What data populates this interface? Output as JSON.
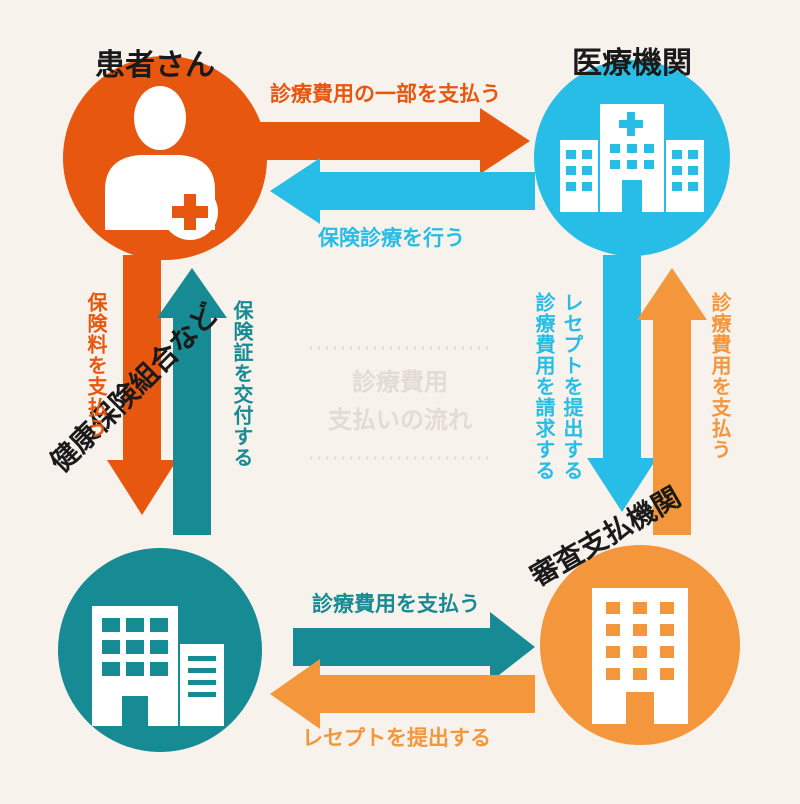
{
  "nodes": {
    "patient": {
      "label": "患者さん",
      "color": "#e8570f"
    },
    "medical": {
      "label": "医療機関",
      "color": "#27bde6"
    },
    "insurer": {
      "label": "健康保険組合など",
      "color": "#168b93"
    },
    "review": {
      "label": "審査支払機関",
      "color": "#f4963c"
    }
  },
  "arrows": {
    "patient_to_medical": "診療費用の一部を支払う",
    "medical_to_patient": "保険診療を行う",
    "patient_to_insurer": "保険料を支払う",
    "insurer_to_patient": "保険証を交付する",
    "medical_to_review": [
      "レセプトを提出する",
      "診療費用を請求する"
    ],
    "review_to_medical": "診療費用を支払う",
    "insurer_to_review": "診療費用を支払う",
    "review_to_insurer": "レセプトを提出する"
  },
  "center": {
    "line1": "診療費用",
    "line2": "支払いの流れ"
  }
}
